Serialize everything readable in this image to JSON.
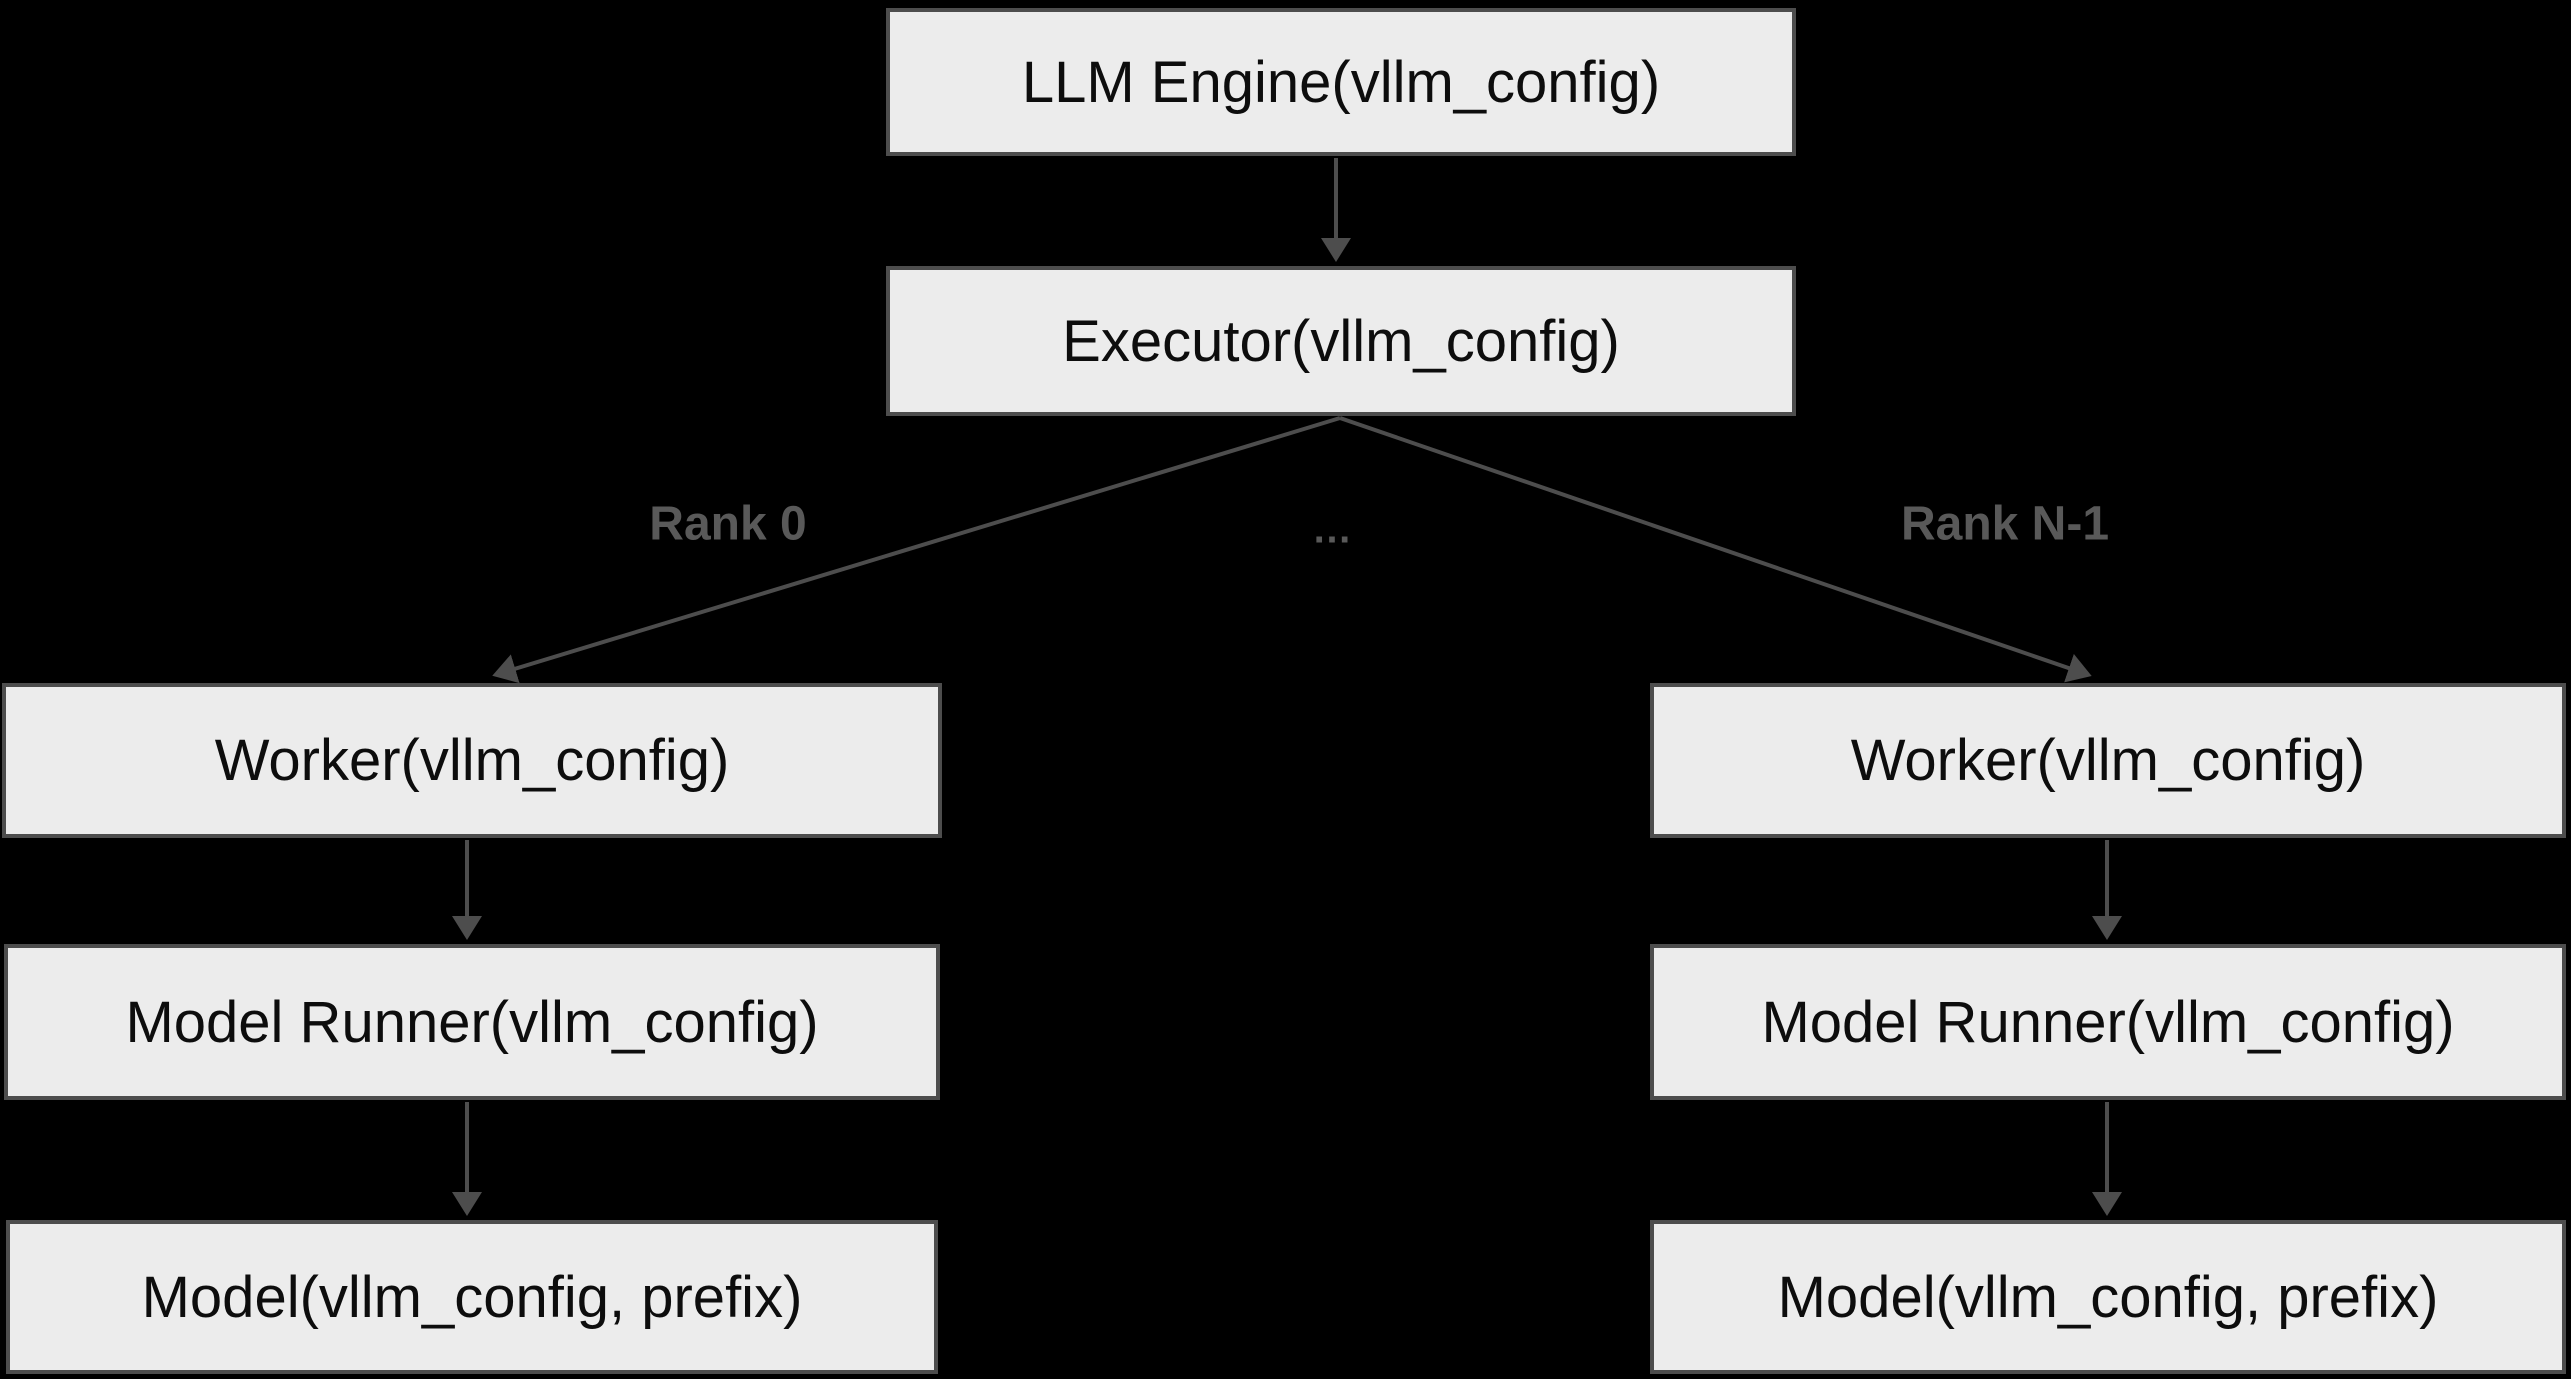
{
  "diagram": {
    "colors": {
      "background": "#000000",
      "node_fill": "#ececec",
      "node_border": "#4d4d4d",
      "node_text": "#0d0d0d",
      "edge_stroke": "#4d4d4d",
      "edge_label_text": "#595959"
    },
    "nodes": {
      "llm_engine": {
        "label": "LLM Engine(vllm_config)"
      },
      "executor": {
        "label": "Executor(vllm_config)"
      },
      "worker_left": {
        "label": "Worker(vllm_config)"
      },
      "worker_right": {
        "label": "Worker(vllm_config)"
      },
      "model_runner_left": {
        "label": "Model Runner(vllm_config)"
      },
      "model_runner_right": {
        "label": "Model Runner(vllm_config)"
      },
      "model_left": {
        "label": "Model(vllm_config, prefix)"
      },
      "model_right": {
        "label": "Model(vllm_config, prefix)"
      }
    },
    "edge_labels": {
      "rank_0": "Rank 0",
      "ellipsis": "…",
      "rank_n_minus_1": "Rank N-1"
    },
    "edges": [
      {
        "from": "llm_engine",
        "to": "executor",
        "label": ""
      },
      {
        "from": "executor",
        "to": "worker_left",
        "label": "Rank 0"
      },
      {
        "from": "executor",
        "to": "worker_right",
        "label": "Rank N-1"
      },
      {
        "from": "worker_left",
        "to": "model_runner_left",
        "label": ""
      },
      {
        "from": "model_runner_left",
        "to": "model_left",
        "label": ""
      },
      {
        "from": "worker_right",
        "to": "model_runner_right",
        "label": ""
      },
      {
        "from": "model_runner_right",
        "to": "model_right",
        "label": ""
      }
    ]
  }
}
